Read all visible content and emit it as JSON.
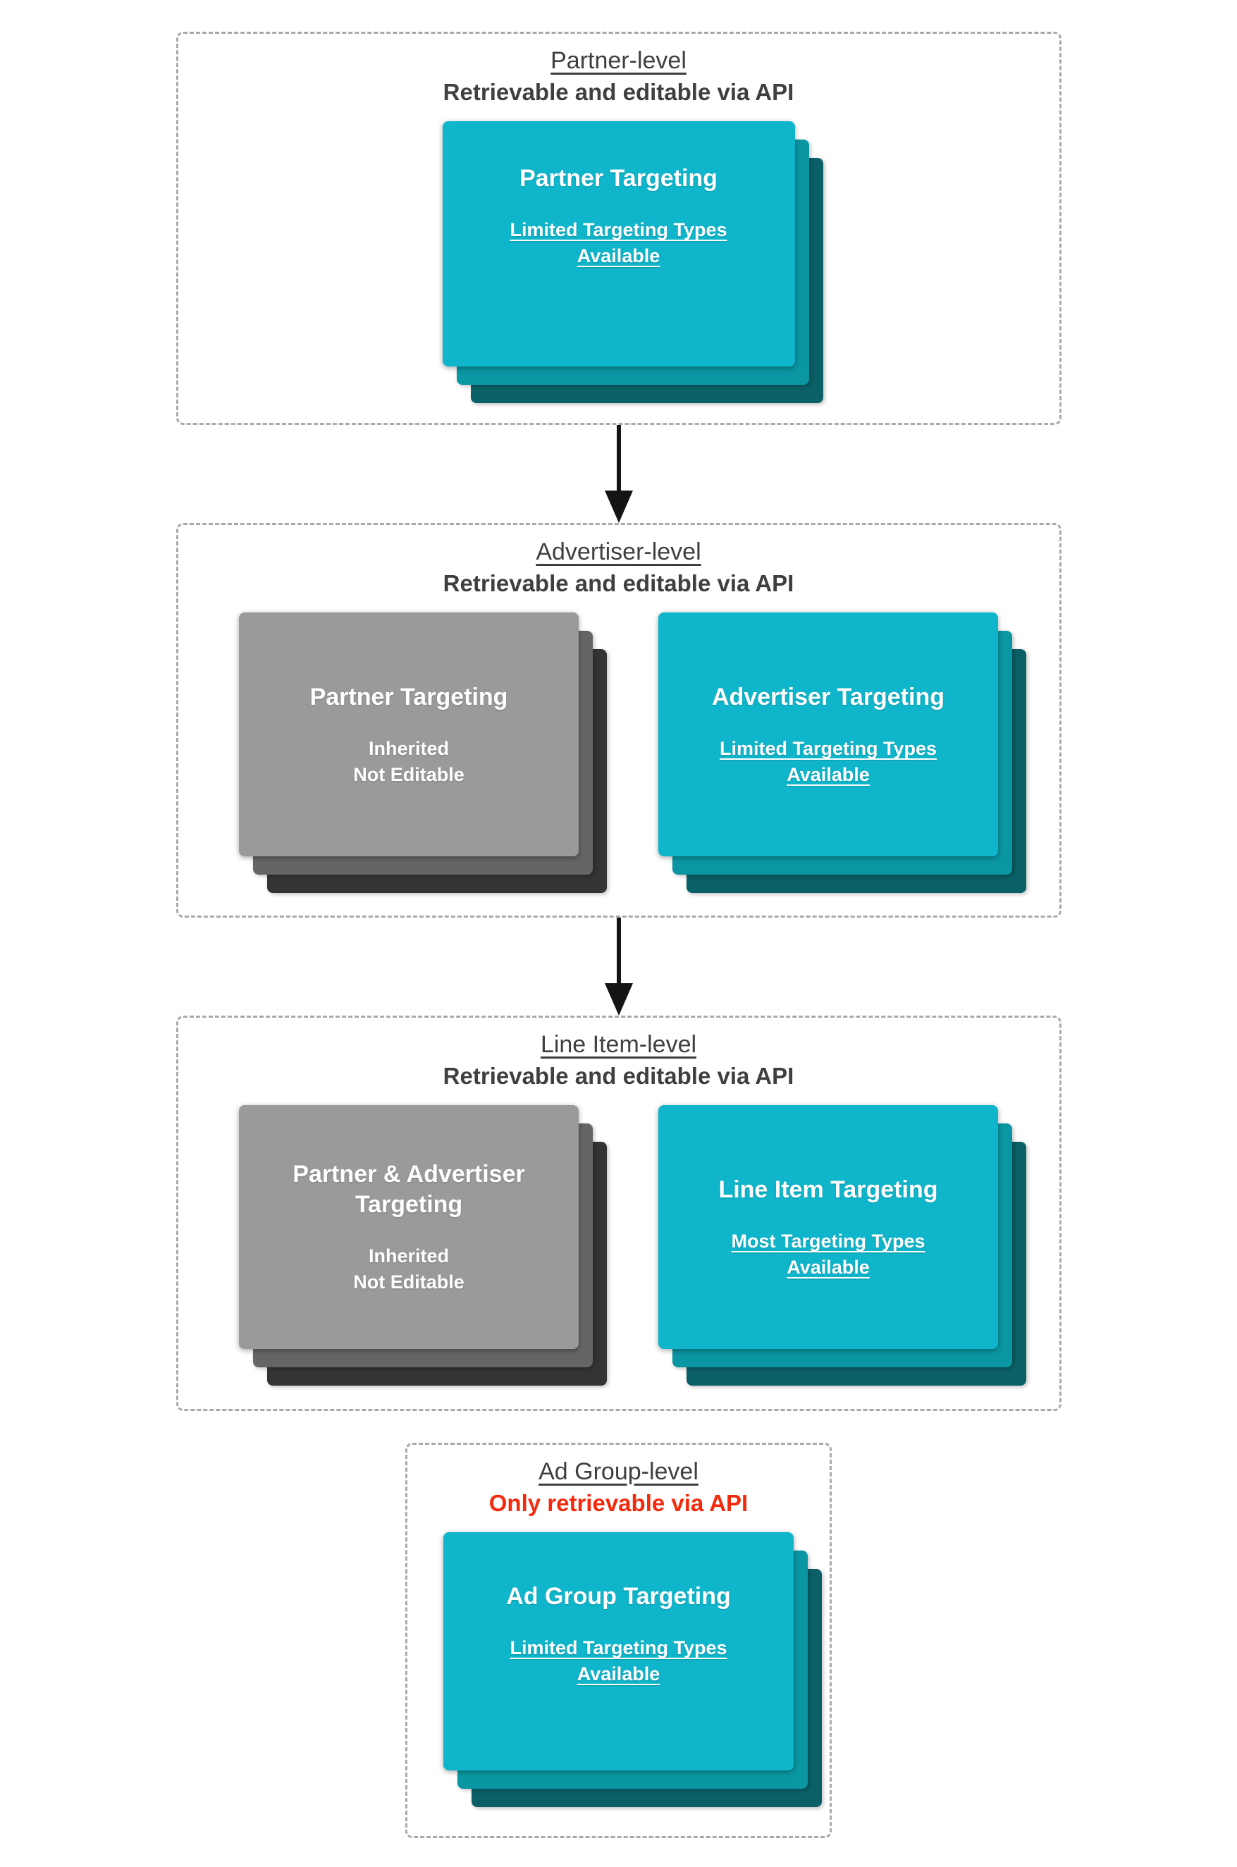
{
  "colors": {
    "teal_top": "#0fb6cb",
    "teal_mid": "#0a96a2",
    "teal_dark": "#0a6066",
    "gray_top": "#9a9a9a",
    "gray_mid": "#656565",
    "gray_dark": "#343434",
    "title_text": "#3f3f3f",
    "red_text": "#f42a0d",
    "card_text": "#ffffff",
    "border": "#a9a9a9",
    "arrow": "#141414"
  },
  "sections": [
    {
      "title": "Partner-level",
      "subtitle": "Retrievable and editable via API",
      "cards": [
        {
          "title": "Partner Targeting",
          "notes": [
            "Limited Targeting Types Available"
          ]
        }
      ]
    },
    {
      "title": "Advertiser-level",
      "subtitle": "Retrievable and editable via API",
      "cards": [
        {
          "title": "Partner Targeting",
          "notes": [
            "Inherited",
            "Not Editable"
          ]
        },
        {
          "title": "Advertiser Targeting",
          "notes": [
            "Limited Targeting Types Available"
          ]
        }
      ]
    },
    {
      "title": "Line Item-level",
      "subtitle": "Retrievable and editable via API",
      "cards": [
        {
          "title": "Partner & Advertiser Targeting",
          "notes": [
            "Inherited",
            "Not Editable"
          ]
        },
        {
          "title": "Line Item Targeting",
          "notes": [
            "Most Targeting Types Available"
          ]
        }
      ]
    },
    {
      "title": "Ad Group-level",
      "subtitle": "Only retrievable via API",
      "cards": [
        {
          "title": "Ad Group Targeting",
          "notes": [
            "Limited Targeting Types Available"
          ]
        }
      ]
    }
  ]
}
